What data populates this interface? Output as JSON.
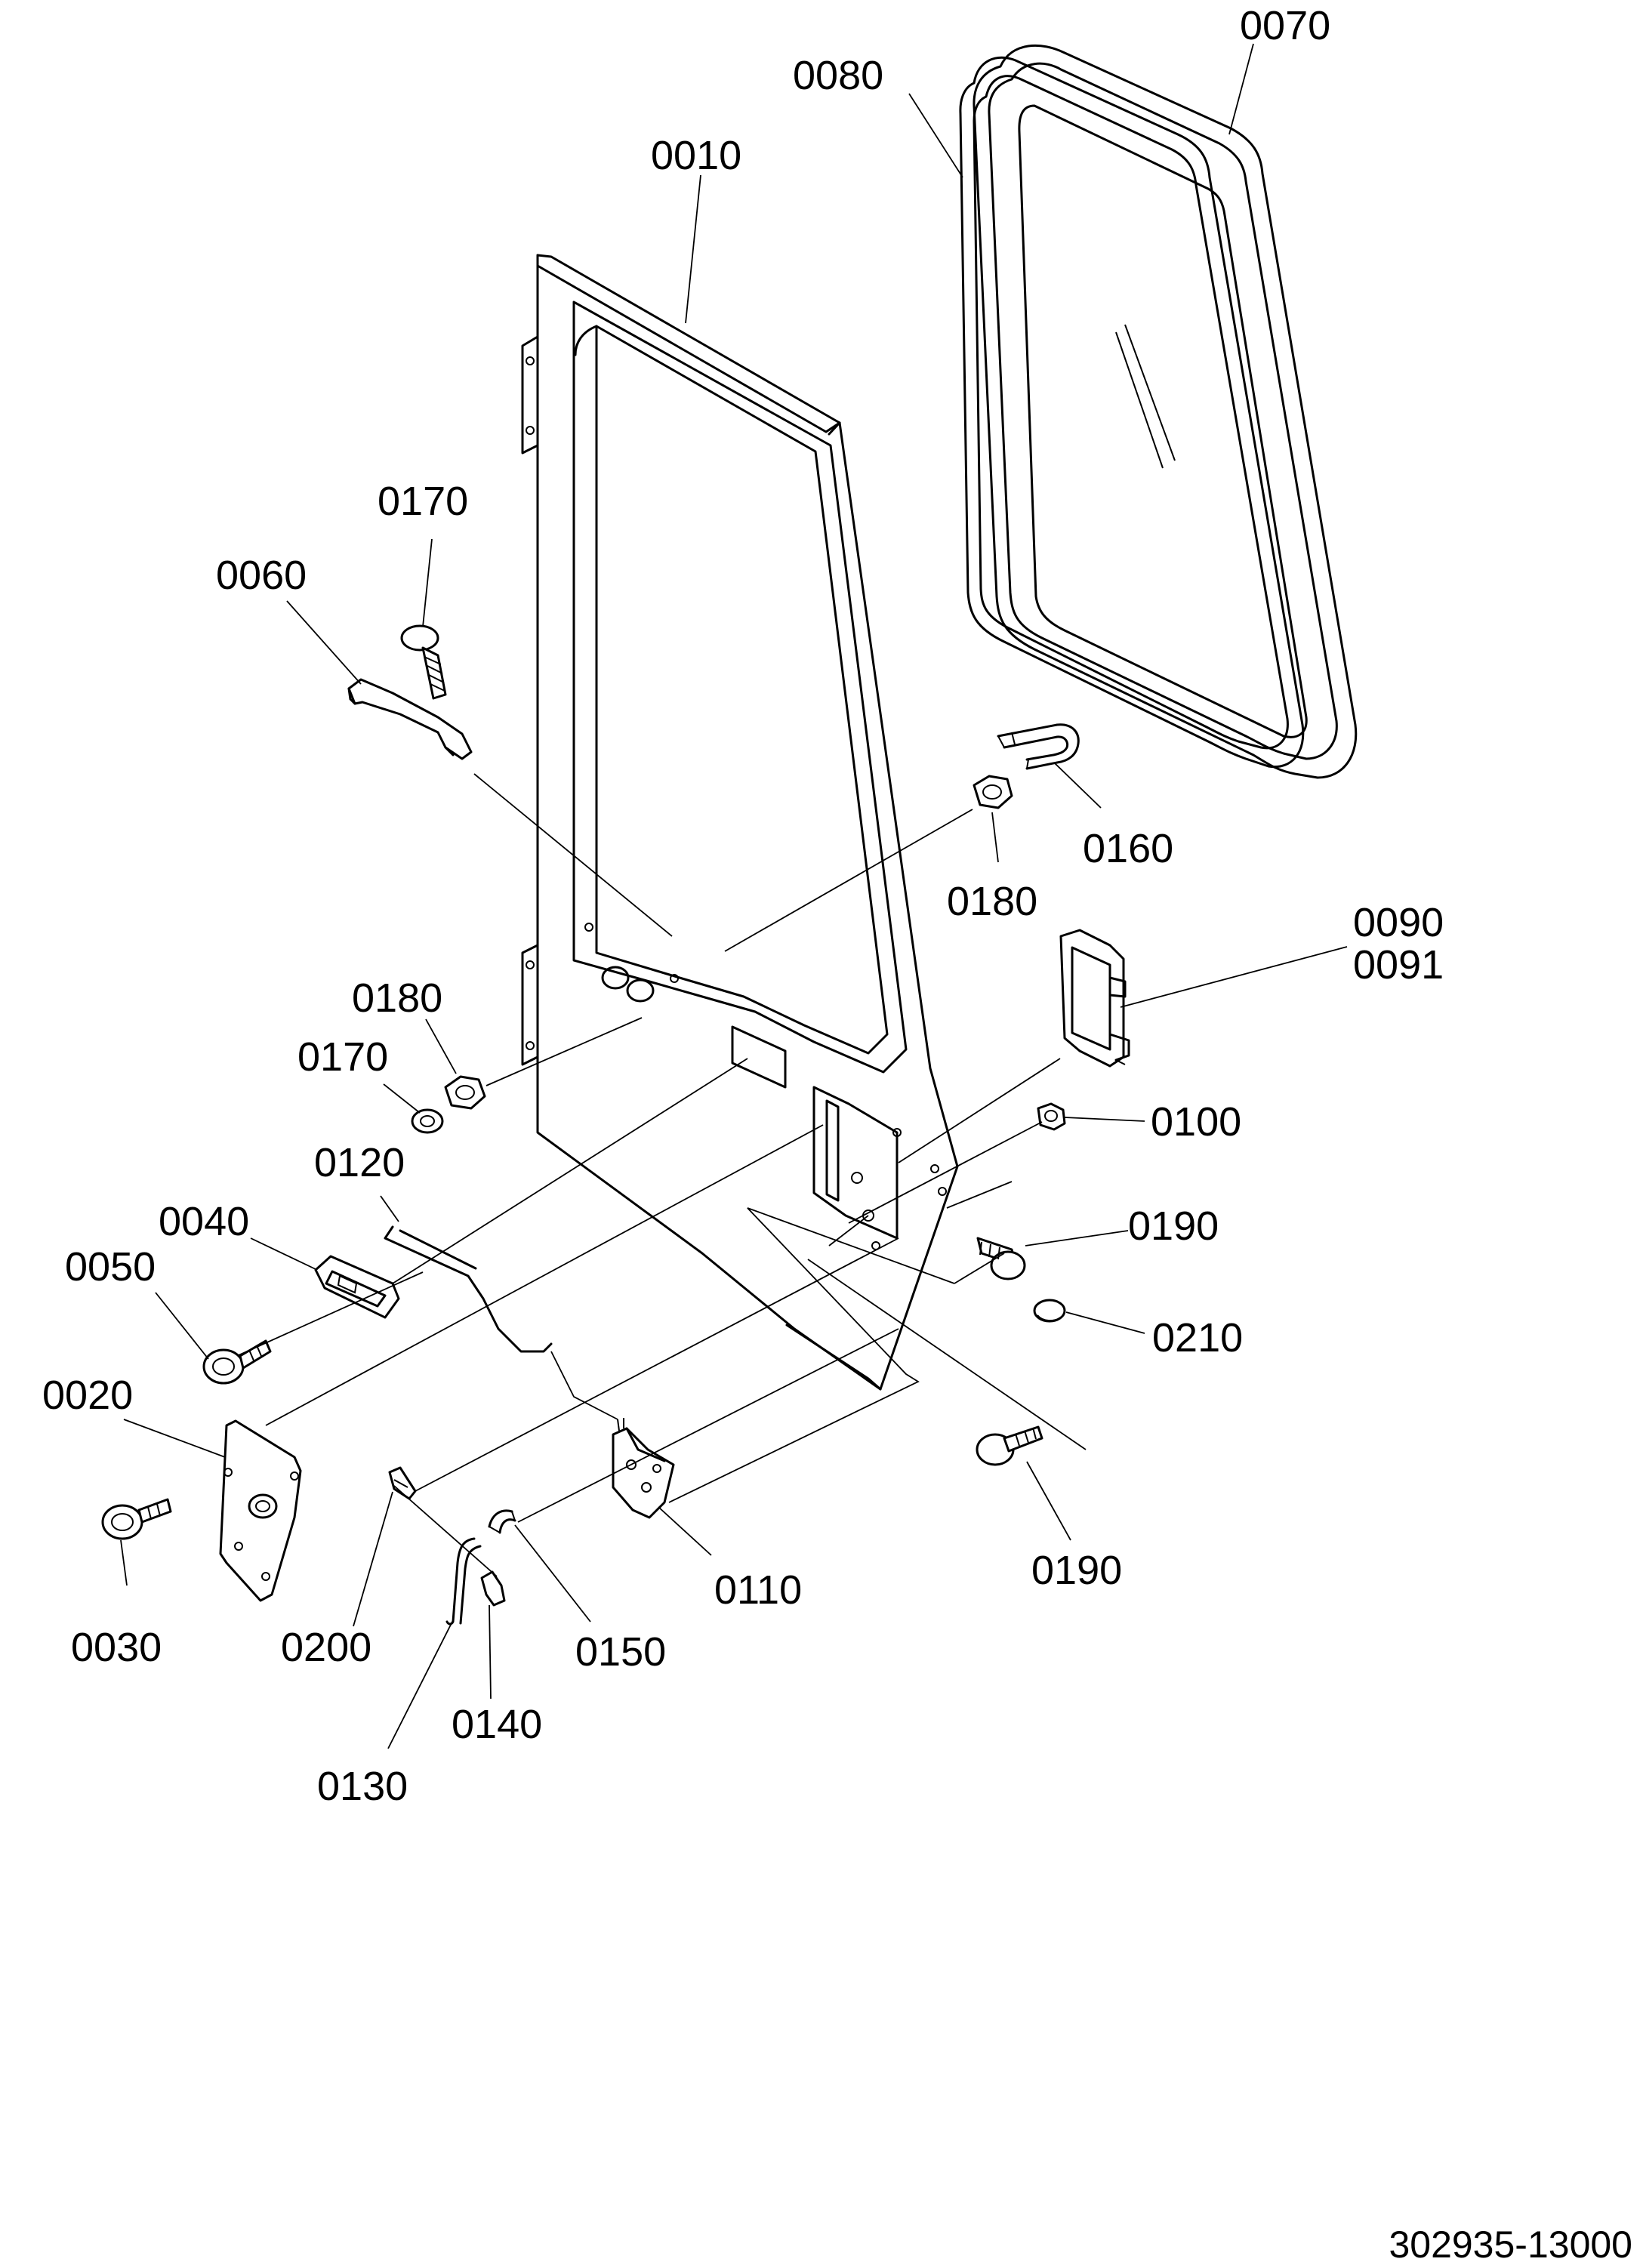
{
  "labels": {
    "p0010": "0010",
    "p0020": "0020",
    "p0030": "0030",
    "p0040": "0040",
    "p0050": "0050",
    "p0060": "0060",
    "p0070": "0070",
    "p0080": "0080",
    "p0090": "0090",
    "p0091": "0091",
    "p0100": "0100",
    "p0110": "0110",
    "p0120": "0120",
    "p0130": "0130",
    "p0140": "0140",
    "p0150": "0150",
    "p0160": "0160",
    "p0170a": "0170",
    "p0170b": "0170",
    "p0180a": "0180",
    "p0180b": "0180",
    "p0190a": "0190",
    "p0190b": "0190",
    "p0200": "0200",
    "p0210": "0210"
  },
  "document_number": "302935-13000"
}
